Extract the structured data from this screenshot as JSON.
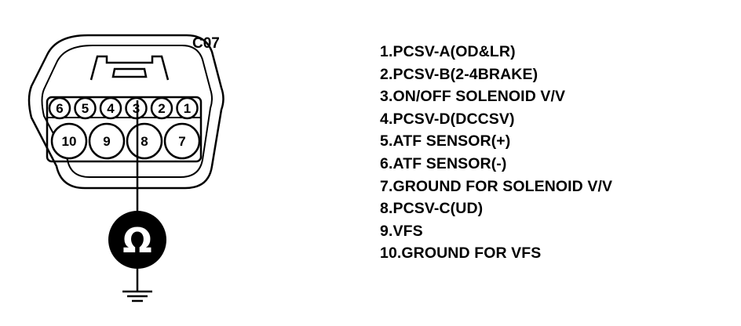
{
  "connector": {
    "label": "C07",
    "top_row": [
      "6",
      "5",
      "4",
      "3",
      "2",
      "1"
    ],
    "bottom_row": [
      "10",
      "9",
      "8",
      "7"
    ],
    "meter_symbol": "Ω",
    "probe_pin": "3"
  },
  "pin_legend": [
    "1.PCSV-A(OD&LR)",
    "2.PCSV-B(2-4BRAKE)",
    "3.ON/OFF SOLENOID V/V",
    "4.PCSV-D(DCCSV)",
    "5.ATF SENSOR(+)",
    "6.ATF SENSOR(-)",
    "7.GROUND FOR SOLENOID V/V",
    "8.PCSV-C(UD)",
    "9.VFS",
    "10.GROUND FOR VFS"
  ]
}
